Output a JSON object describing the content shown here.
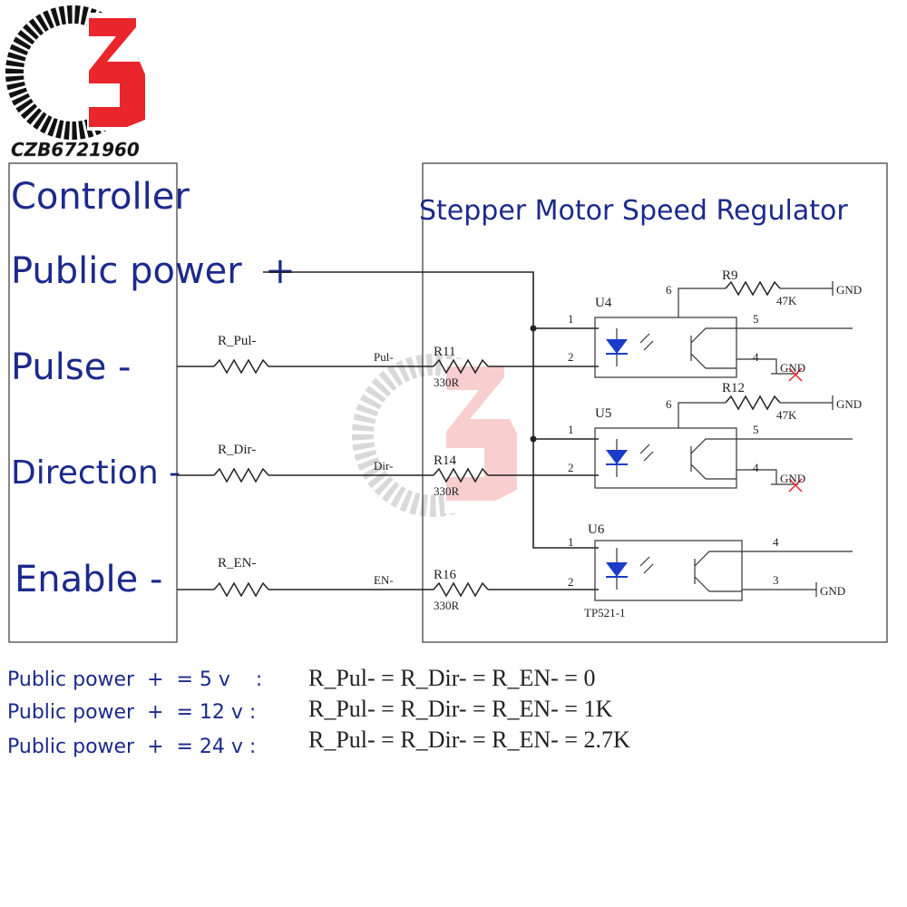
{
  "brand": {
    "text": "CZB6721960"
  },
  "colors": {
    "text_blue": "#1c2a8c",
    "logo_red": "#e8262b",
    "logo_black": "#111111"
  },
  "controller": {
    "title": "Controller",
    "power": "Public power  +",
    "pulse": "Pulse -",
    "direction": "Direction -",
    "enable": "Enable -"
  },
  "regulator": {
    "title": "Stepper Motor Speed Regulator"
  },
  "resistors": {
    "r_pul": "R_Pul-",
    "r_dir": "R_Dir-",
    "r_en": "R_EN-",
    "r11": "R11",
    "r14": "R14",
    "r16": "R16",
    "r9": "R9",
    "r12": "R12",
    "v330": "330R",
    "v47k": "47K"
  },
  "signals": {
    "pul": "Pul-",
    "dir": "Dir-",
    "en": "EN-"
  },
  "chips": {
    "u4": "U4",
    "u5": "U5",
    "u6": "U6",
    "part": "TP521-1"
  },
  "pins": {
    "p1": "1",
    "p2": "2",
    "p3": "3",
    "p4": "4",
    "p5": "5",
    "p6": "6"
  },
  "gnd": "GND",
  "notes": [
    {
      "left": "Public power  +  = 5 v    :",
      "right": "R_Pul- = R_Dir- = R_EN- = 0"
    },
    {
      "left": "Public power  +  = 12 v :",
      "right": "R_Pul- = R_Dir- = R_EN- = 1K"
    },
    {
      "left": "Public power  +  = 24 v :",
      "right": "R_Pul- = R_Dir- = R_EN- = 2.7K"
    }
  ]
}
